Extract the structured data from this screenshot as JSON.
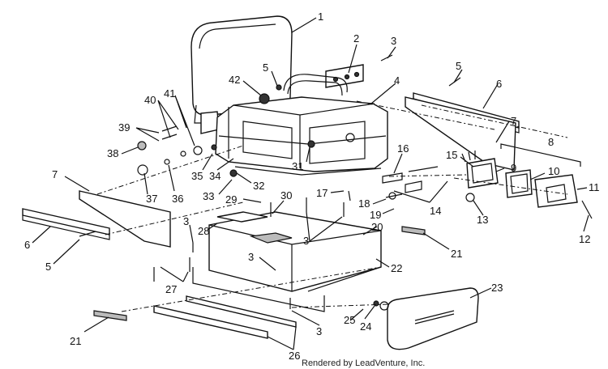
{
  "labels": [
    "1",
    "2",
    "3",
    "4",
    "5",
    "6",
    "7",
    "8",
    "9",
    "10",
    "11",
    "12",
    "13",
    "14",
    "15",
    "16",
    "17",
    "18",
    "19",
    "20",
    "21",
    "22",
    "23",
    "24",
    "25",
    "26",
    "27",
    "28",
    "29",
    "30",
    "31",
    "32",
    "33",
    "34",
    "35",
    "36",
    "37",
    "38",
    "39",
    "40",
    "41",
    "42"
  ],
  "credit": "Rendered by LeadVenture, Inc."
}
